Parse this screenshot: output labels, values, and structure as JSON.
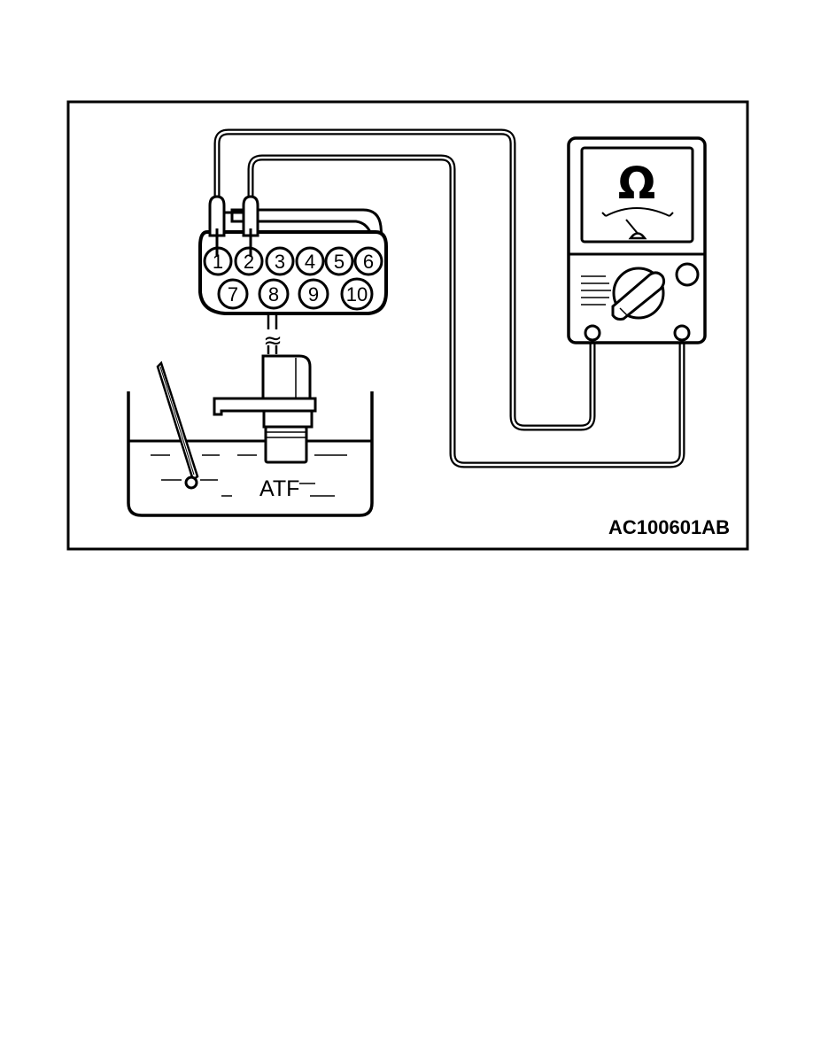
{
  "figure": {
    "reference_code": "AC100601AB",
    "fluid_label": "ATF",
    "meter_symbol": "Ω",
    "wave_symbol": "≈",
    "connector_pins": [
      "1",
      "2",
      "3",
      "4",
      "5",
      "6",
      "7",
      "8",
      "9",
      "10"
    ]
  }
}
